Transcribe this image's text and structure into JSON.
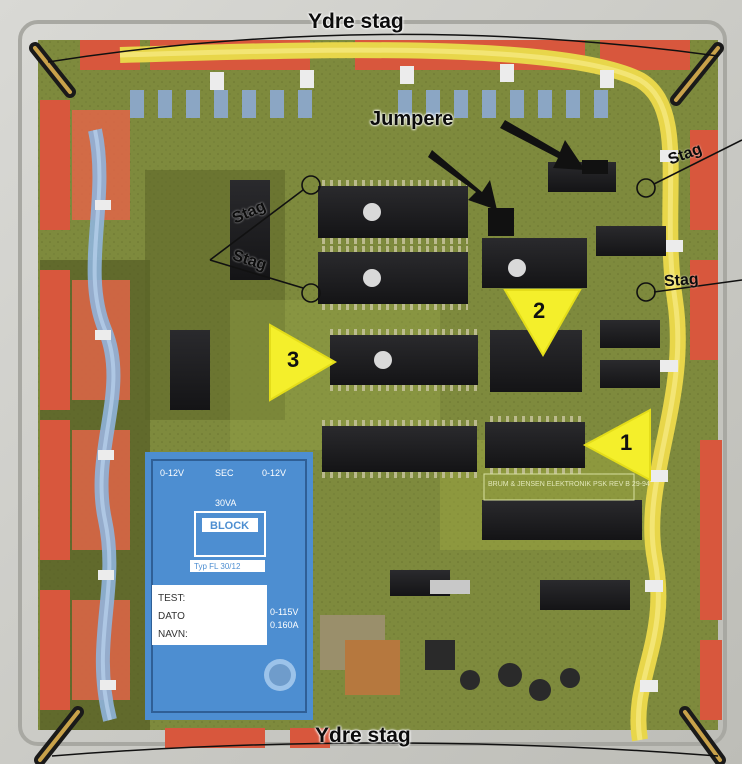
{
  "labels": {
    "top": "Ydre stag",
    "bottom": "Ydre stag",
    "jumpers": "Jumpere",
    "stag_left_upper": "Stag",
    "stag_left_lower": "Stag",
    "stag_right_upper": "Stag",
    "stag_right_lower": "Stag"
  },
  "markers": [
    "3",
    "2",
    "1"
  ],
  "block_panel": {
    "brand": "BLOCK",
    "sec": "SEC",
    "va": "30VA",
    "left_spec": "0-12V",
    "right_spec": "0-12V",
    "type": "Typ FL 30/12",
    "test": "TEST:",
    "dato": "DATO",
    "navn": "NAVN:",
    "volt": "0-115V",
    "amp": "0.160A"
  },
  "pcb_text": "BRUM & JENSEN ELEKTRONIK PSK REV B 29-94",
  "colors": {
    "case": "#cfcfca",
    "pcb": "#7f8a3c",
    "pcb_dark": "#4d5522",
    "chip": "#1d1d1f",
    "marker": "#f4ef2b",
    "wire_yellow": "#e8d64a",
    "wire_blue": "#8fb4db",
    "terminal": "#d8573d",
    "transformer": "#4d8ed1"
  }
}
